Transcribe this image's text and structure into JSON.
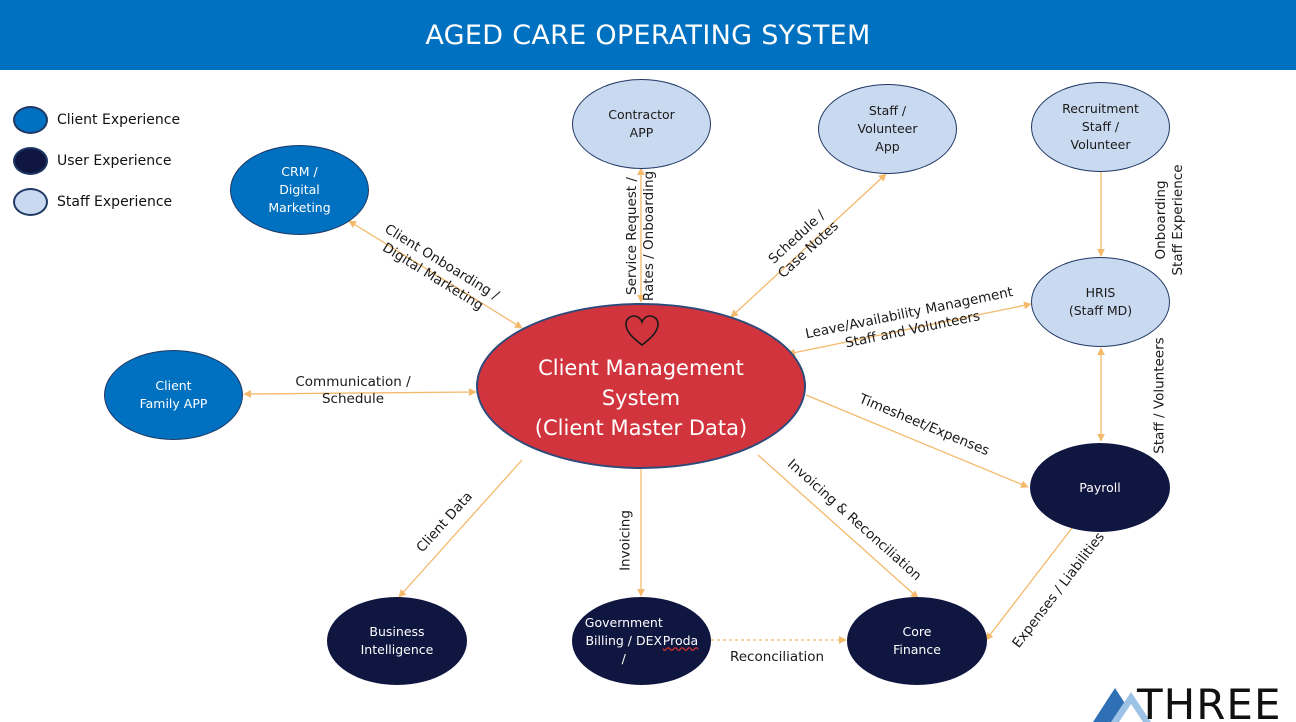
{
  "title": "AGED CARE OPERATING SYSTEM",
  "legend": [
    {
      "label": "Client Experience",
      "color": "#0070c0"
    },
    {
      "label": "User Experience",
      "color": "#0f1640"
    },
    {
      "label": "Staff Experience",
      "color": "#c9d9ef"
    }
  ],
  "nodes": {
    "center": "Client Management\nSystem\n(Client Master Data)",
    "contractor": "Contractor\nAPP",
    "staff_volunteer": "Staff /\nVolunteer\nApp",
    "recruitment": "Recruitment\nStaff /\nVolunteer",
    "crm": "CRM /\nDigital\nMarketing",
    "hris": "HRIS\n(Staff MD)",
    "client_family": "Client\nFamily  APP",
    "payroll": "Payroll",
    "business_intelligence": "Business\nIntelligence",
    "gov_billing_line1": "Government\nBilling / DEX\n/ ",
    "gov_billing_line2": "Proda",
    "core_finance": "Core\nFinance"
  },
  "edge_labels": {
    "crm": "Client Onboarding /\nDigital Marketing",
    "contractor": "Service Request /\nRates / Onboarding",
    "staff_app": "Schedule /\nCase Notes",
    "onboarding": "Onboarding\nStaff Experience",
    "hris": "Leave/Availability Management\nStaff and Volunteers",
    "client_family": "Communication /\nSchedule",
    "timesheet": "Timesheet/Expenses",
    "staff_volunteers": "Staff / Volunteers",
    "client_data": "Client Data",
    "invoicing": "Invoicing",
    "invoicing_recon": "Invoicing & Reconciliation",
    "expenses": "Expenses / Liabilities",
    "reconciliation": "Reconciliation"
  },
  "logo": {
    "text": "THREE"
  },
  "colors": {
    "header": "#0070c0",
    "arrow": "#f4b96b",
    "heart": "#1a1a1a"
  }
}
